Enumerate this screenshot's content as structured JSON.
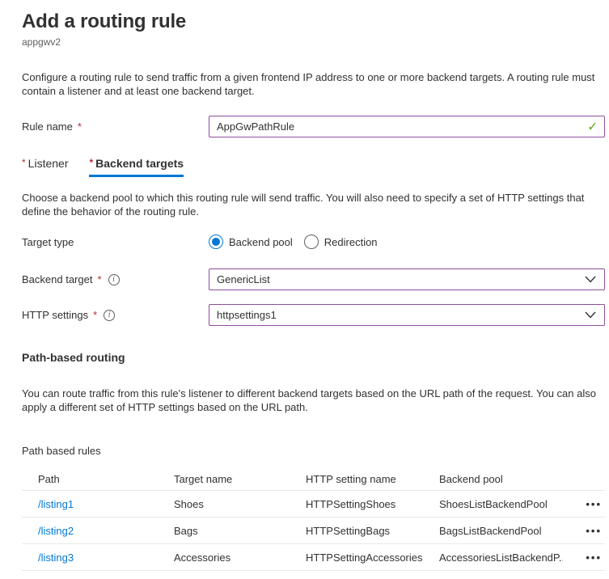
{
  "page": {
    "title": "Add a routing rule",
    "subtitle": "appgwv2",
    "intro": "Configure a routing rule to send traffic from a given frontend IP address to one or more backend targets. A routing rule must contain a listener and at least one backend target."
  },
  "rule_name": {
    "label": "Rule name",
    "required_mark": "*",
    "value": "AppGwPathRule",
    "valid_icon": "✓"
  },
  "tabs": [
    {
      "label": "Listener",
      "required_mark": "*",
      "active": false
    },
    {
      "label": "Backend targets",
      "required_mark": "*",
      "active": true
    }
  ],
  "backend_section": {
    "description": "Choose a backend pool to which this routing rule will send traffic. You will also need to specify a set of HTTP settings that define the behavior of the routing rule.",
    "target_type": {
      "label": "Target type",
      "options": [
        {
          "label": "Backend pool",
          "selected": true
        },
        {
          "label": "Redirection",
          "selected": false
        }
      ]
    },
    "backend_target": {
      "label": "Backend target",
      "required_mark": "*",
      "value": "GenericList"
    },
    "http_settings": {
      "label": "HTTP settings",
      "required_mark": "*",
      "value": "httpsettings1"
    }
  },
  "path_based_routing": {
    "heading": "Path-based routing",
    "description": "You can route traffic from this rule's listener to different backend targets based on the URL path of the request. You can also apply a different set of HTTP settings based on the URL path.",
    "table_label": "Path based rules",
    "columns": [
      "Path",
      "Target name",
      "HTTP setting name",
      "Backend pool"
    ],
    "rows": [
      {
        "path": "/listing1",
        "target_name": "Shoes",
        "http_setting_name": "HTTPSettingShoes",
        "backend_pool": "ShoesListBackendPool"
      },
      {
        "path": "/listing2",
        "target_name": "Bags",
        "http_setting_name": "HTTPSettingBags",
        "backend_pool": "BagsListBackendPool"
      },
      {
        "path": "/listing3",
        "target_name": "Accessories",
        "http_setting_name": "HTTPSettingAccessories",
        "backend_pool": "AccessoriesListBackendP..."
      }
    ],
    "row_menu_icon": "•••"
  },
  "colors": {
    "accent_blue": "#0078d4",
    "input_border_purple": "#8f4d9d",
    "required_red": "#b22e31",
    "valid_green": "#57a300",
    "link_blue": "#0078d4",
    "text_primary": "#323130",
    "text_secondary": "#605e5c",
    "row_divider": "#e8e8e6"
  }
}
